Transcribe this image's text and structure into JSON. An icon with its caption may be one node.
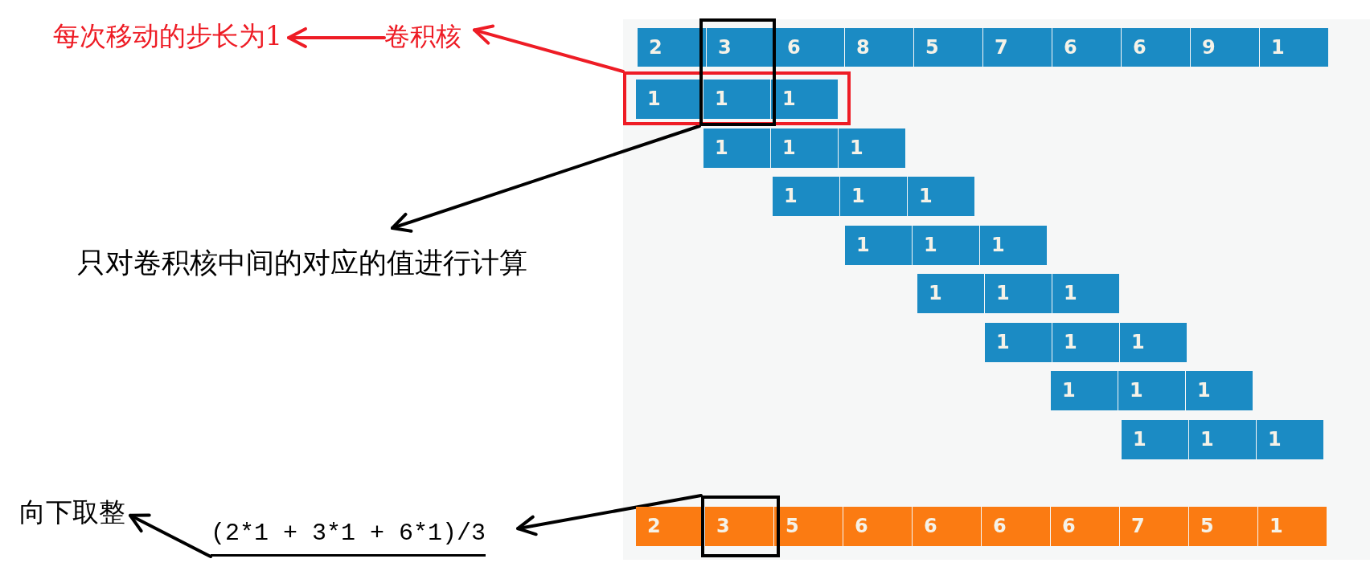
{
  "diagram": {
    "nodes": [
      {
        "text": [
          "每次移动的步长为1"
        ]
      },
      {
        "text": [
          "卷积核"
        ]
      },
      {
        "text": [],
        "shape": "box"
      },
      {
        "text": [
          "2"
        ]
      },
      {
        "text": [
          "3"
        ],
        "in": 2
      },
      {
        "text": [
          "6"
        ]
      },
      {
        "text": [
          "8"
        ]
      },
      {
        "text": [
          "5"
        ]
      },
      {
        "text": [
          "7"
        ]
      },
      {
        "text": [
          "6"
        ]
      },
      {
        "text": [
          "6"
        ]
      },
      {
        "text": [
          "9"
        ]
      },
      {
        "text": [
          "1"
        ]
      },
      {
        "text": [],
        "shape": "box"
      },
      {
        "text": [
          "1"
        ],
        "in": 13
      },
      {
        "text": [
          "1"
        ]
      },
      {
        "text": [
          "1"
        ],
        "in": 13
      },
      {
        "text": [
          "1"
        ]
      },
      {
        "text": [
          "1"
        ]
      },
      {
        "text": [
          "1"
        ]
      },
      {
        "text": [
          "1"
        ]
      },
      {
        "text": [
          "1"
        ]
      },
      {
        "text": [
          "1"
        ]
      },
      {
        "text": [
          "1"
        ]
      },
      {
        "text": [
          "1"
        ]
      },
      {
        "text": [
          "1"
        ]
      },
      {
        "text": [
          "1"
        ]
      },
      {
        "text": [
          "1"
        ]
      },
      {
        "text": [
          "1"
        ]
      },
      {
        "text": [
          "1"
        ]
      },
      {
        "text": [
          "1"
        ]
      },
      {
        "text": [
          "1"
        ]
      },
      {
        "text": [
          "1"
        ]
      },
      {
        "text": [
          "1"
        ]
      },
      {
        "text": [
          "1"
        ]
      },
      {
        "text": [
          "1"
        ]
      },
      {
        "text": [
          "1"
        ]
      },
      {
        "text": [
          "1"
        ]
      },
      {
        "text": [
          "只对卷积核中间的对应的值进行计算"
        ]
      },
      {
        "text": [
          "向下取整"
        ]
      },
      {
        "text": [
          "(2*1 + 3*1 + 6*1)/3"
        ]
      },
      {
        "text": [],
        "shape": "box"
      },
      {
        "text": [
          "2"
        ]
      },
      {
        "text": [
          "3"
        ],
        "in": 41
      },
      {
        "text": [
          "5"
        ]
      },
      {
        "text": [
          "6"
        ]
      },
      {
        "text": [
          "6"
        ]
      },
      {
        "text": [
          "6"
        ]
      },
      {
        "text": [
          "6"
        ]
      },
      {
        "text": [
          "7"
        ]
      },
      {
        "text": [
          "5"
        ]
      },
      {
        "text": [
          "1"
        ]
      }
    ],
    "edges": [
      {
        "from": 1,
        "to": 0,
        "arrow": "to",
        "color": "#ee1c25"
      },
      {
        "from": 13,
        "to": 1,
        "arrow": "to",
        "color": "#ee1c25"
      },
      {
        "from": 2,
        "to": 38,
        "arrow": "to"
      },
      {
        "from": 41,
        "to": 40,
        "arrow": "to"
      },
      {
        "from": 40,
        "to": 39,
        "arrow": "to"
      }
    ]
  }
}
